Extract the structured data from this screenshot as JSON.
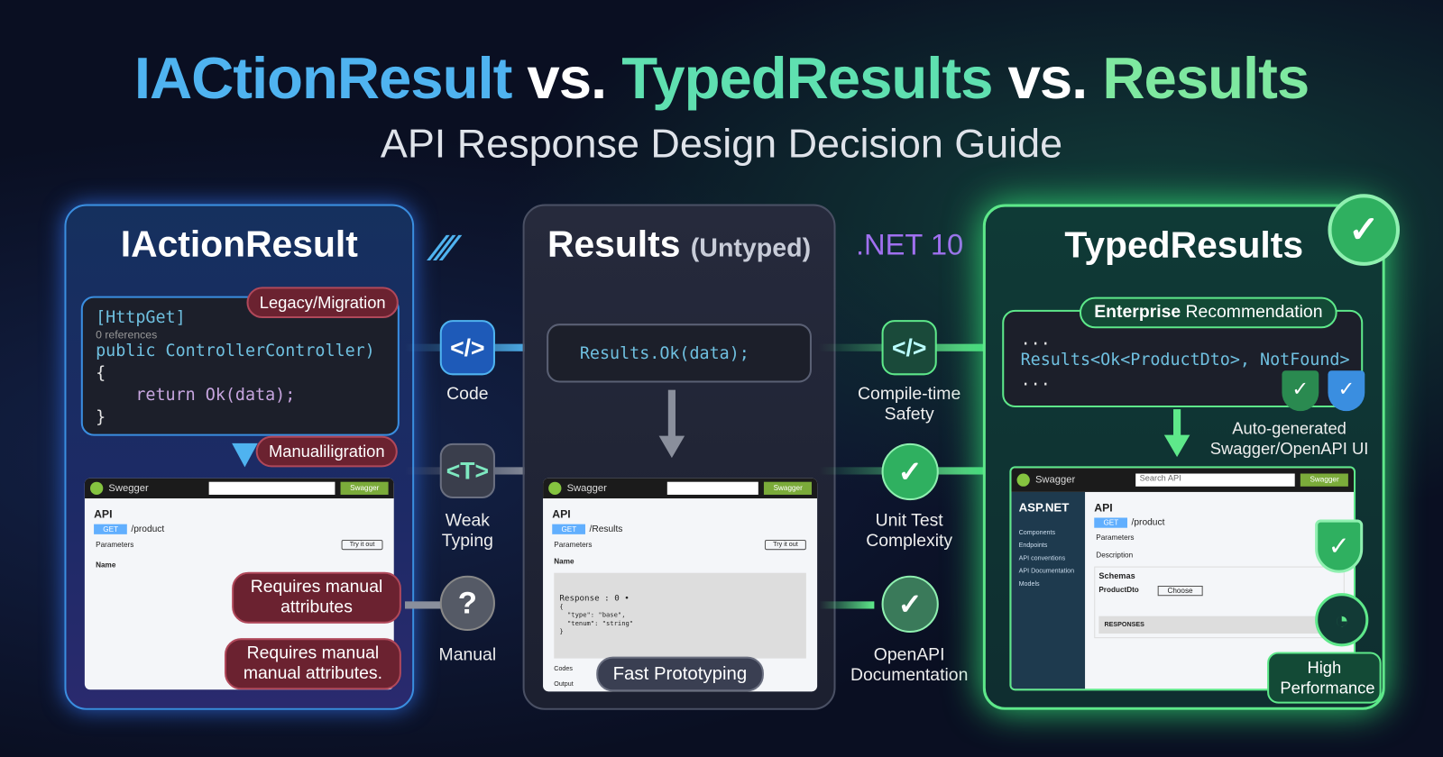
{
  "title": {
    "part1": "IACtionResult",
    "vs1": " vs. ",
    "part2": "TypedResults",
    "vs2": " vs. ",
    "part3": "Results",
    "subtitle": "API Response Design Decision Guide"
  },
  "colors": {
    "blue": "#4fb3f0",
    "teal": "#5fe0b0",
    "green": "#7ee8a0",
    "red_badge": "#6b2230"
  },
  "left": {
    "title": "IActionResult",
    "code": [
      "[HttpGet]",
      "0 references",
      "public ControllerController)",
      "{",
      "    return Ok(data);",
      "}"
    ],
    "badges": [
      "Legacy/Migration",
      "Manualiligration"
    ],
    "notes": [
      "Requires manual attributes",
      "Requires manual manual attributes."
    ],
    "swagger": {
      "logo": "Swegger",
      "button": "Swagger",
      "api": "API",
      "method": "GET",
      "path": "/product",
      "tab": "Parameters",
      "button2": "Try it out",
      "name": "Name"
    }
  },
  "middle": {
    "title": "Results",
    "title_suffix": "(Untyped)",
    "code": "Results.Ok(data);",
    "badge": "Fast Prototyping",
    "swagger": {
      "logo": "Swagger",
      "button": "Swagger",
      "api": "API",
      "method": "GET",
      "path": "/Results",
      "tab": "Parameters",
      "button2": "Try it out",
      "name": "Name",
      "response": "Response : 0 •",
      "json": [
        "{",
        "  \"type\": \"base\",",
        "  \"tenum\": \"string\"",
        "}"
      ],
      "footer1": "Codes",
      "footer2": "Output"
    }
  },
  "right": {
    "title": "TypedResults",
    "recommendation_bold": "Enterprise",
    "recommendation": " Recommendation",
    "code": [
      "...",
      "Results<Ok<ProductDto>, NotFound>",
      "..."
    ],
    "auto_label": "Auto-generated Swagger/OpenAPI UI",
    "perf_badge": "High Performance",
    "swagger": {
      "logo": "Swagger",
      "search": "Search API",
      "button": "Swagger",
      "brand": "ASP.NET",
      "side": [
        "Components",
        "Endpoints",
        "API conventions",
        "API Documentation",
        "Models"
      ],
      "api": "API",
      "method": "GET",
      "path": "/product",
      "tab": "Parameters",
      "description": "Description",
      "schemas": "Schemas",
      "schema_name": "ProductDto",
      "select": "Choose",
      "responses": "RESPONSES"
    }
  },
  "brand_net": ".NET 10",
  "flow_left": [
    {
      "icon": "code-icon",
      "glyph": "</>",
      "label": "Code"
    },
    {
      "icon": "type-icon",
      "glyph": "<T>",
      "label": "Weak Typing"
    },
    {
      "icon": "question-icon",
      "glyph": "?",
      "label": "Manual"
    }
  ],
  "flow_right": [
    {
      "icon": "code-icon",
      "glyph": "</>",
      "label": "Compile-time Safety"
    },
    {
      "icon": "check-icon",
      "glyph": "✓",
      "label": "Unit Test Complexity"
    },
    {
      "icon": "openapi-check-icon",
      "glyph": "✓",
      "label": "OpenAPI Documentation"
    }
  ]
}
